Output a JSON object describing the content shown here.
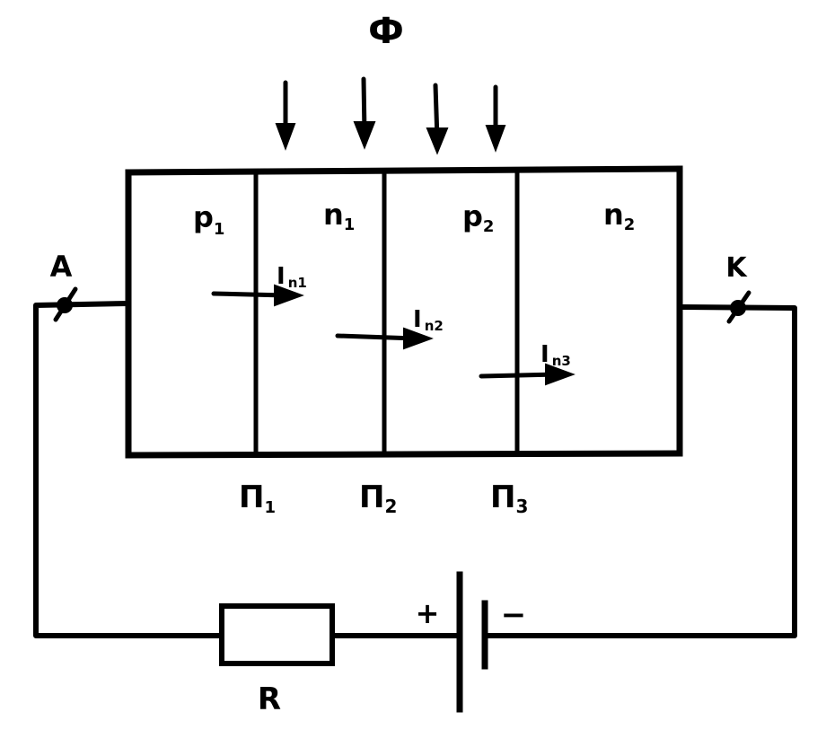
{
  "flux": {
    "symbol": "Ф"
  },
  "regions": [
    {
      "main": "p",
      "sub": "1"
    },
    {
      "main": "n",
      "sub": "1"
    },
    {
      "main": "p",
      "sub": "2"
    },
    {
      "main": "n",
      "sub": "2"
    }
  ],
  "junctions": [
    {
      "main": "П",
      "sub": "1"
    },
    {
      "main": "П",
      "sub": "2"
    },
    {
      "main": "П",
      "sub": "3"
    }
  ],
  "currents": [
    {
      "main": "I",
      "sub": "n1"
    },
    {
      "main": "I",
      "sub": "n2"
    },
    {
      "main": "I",
      "sub": "n3"
    }
  ],
  "terminals": {
    "anode": "A",
    "cathode": "K"
  },
  "resistor": {
    "label": "R"
  },
  "battery": {
    "plus": "+",
    "minus": "−"
  }
}
